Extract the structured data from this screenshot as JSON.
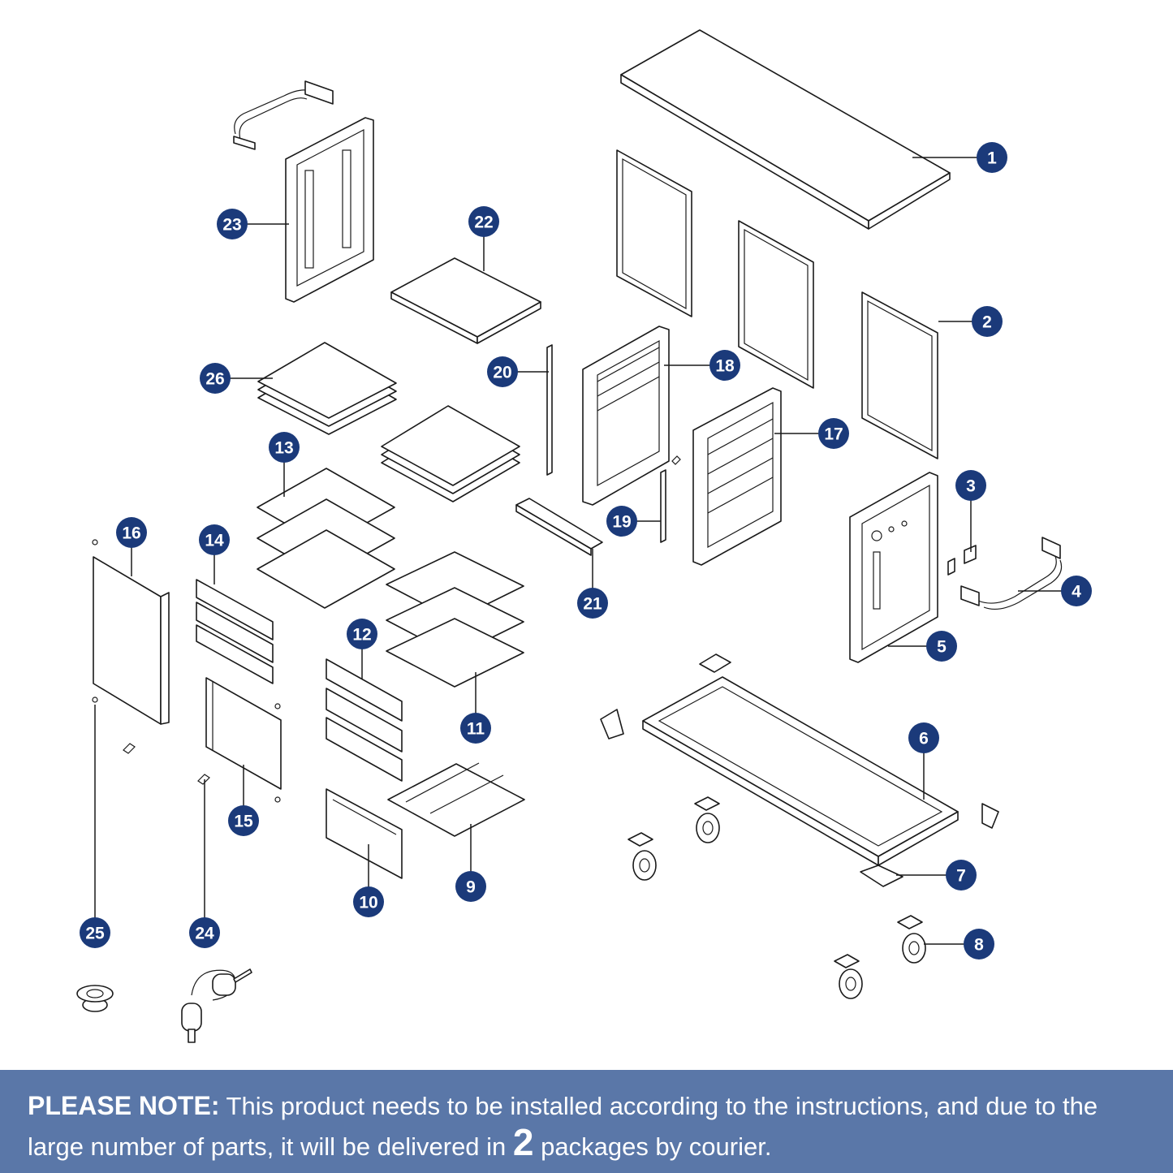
{
  "callouts": [
    {
      "num": "1"
    },
    {
      "num": "2"
    },
    {
      "num": "3"
    },
    {
      "num": "4"
    },
    {
      "num": "5"
    },
    {
      "num": "6"
    },
    {
      "num": "7"
    },
    {
      "num": "8"
    },
    {
      "num": "9"
    },
    {
      "num": "10"
    },
    {
      "num": "11"
    },
    {
      "num": "12"
    },
    {
      "num": "13"
    },
    {
      "num": "14"
    },
    {
      "num": "15"
    },
    {
      "num": "16"
    },
    {
      "num": "17"
    },
    {
      "num": "18"
    },
    {
      "num": "19"
    },
    {
      "num": "20"
    },
    {
      "num": "21"
    },
    {
      "num": "22"
    },
    {
      "num": "23"
    },
    {
      "num": "24"
    },
    {
      "num": "25"
    },
    {
      "num": "26"
    }
  ],
  "note": {
    "label": "PLEASE NOTE:",
    "text_before": " This product needs to be installed according to the instructions, and due to the large number of parts, it will be delivered in ",
    "count": "2",
    "text_after": " packages by courier."
  },
  "colors": {
    "callout_fill": "#1b3a7a",
    "banner_background": "#5a77a8",
    "banner_text": "#ffffff"
  }
}
